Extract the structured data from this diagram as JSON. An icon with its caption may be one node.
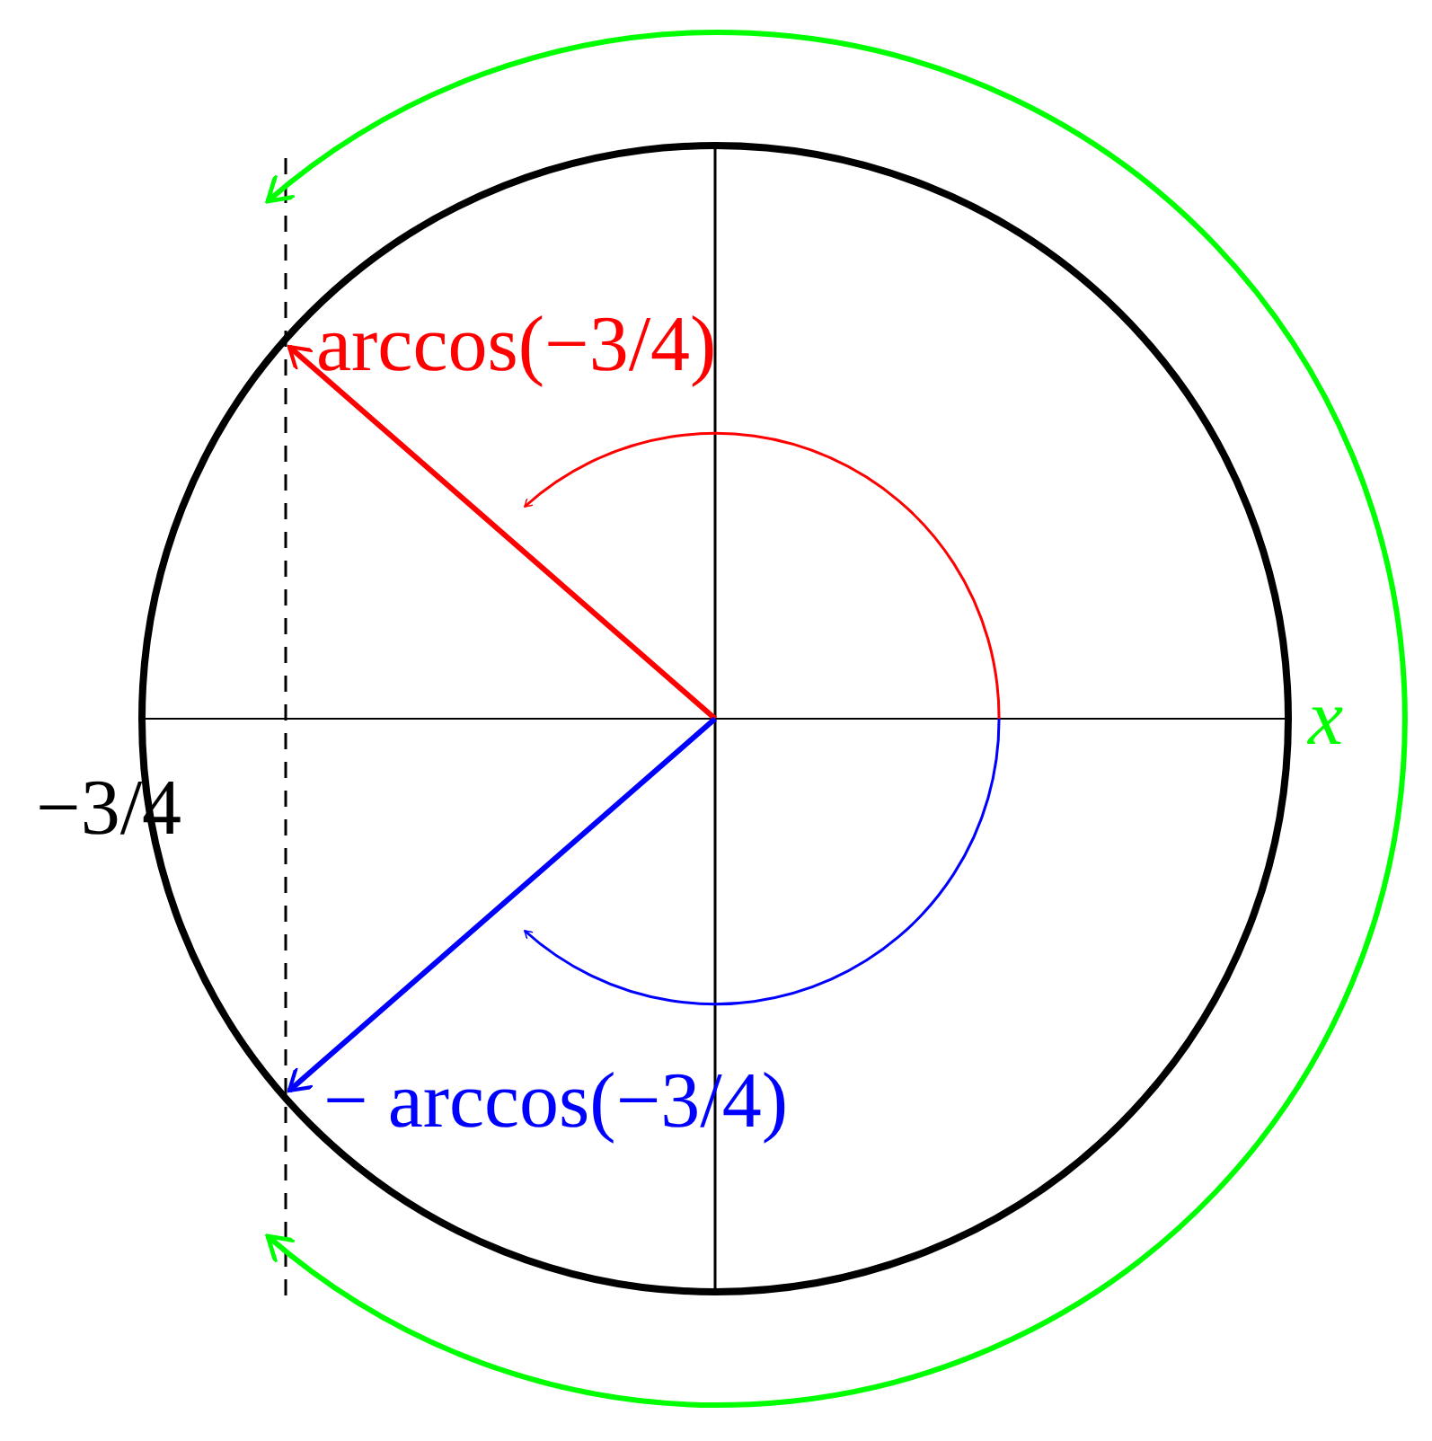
{
  "diagram": {
    "labels": [
      "arccos(−3/4)",
      "x",
      "−3/4",
      "− arccos(−3/4)"
    ]
  }
}
